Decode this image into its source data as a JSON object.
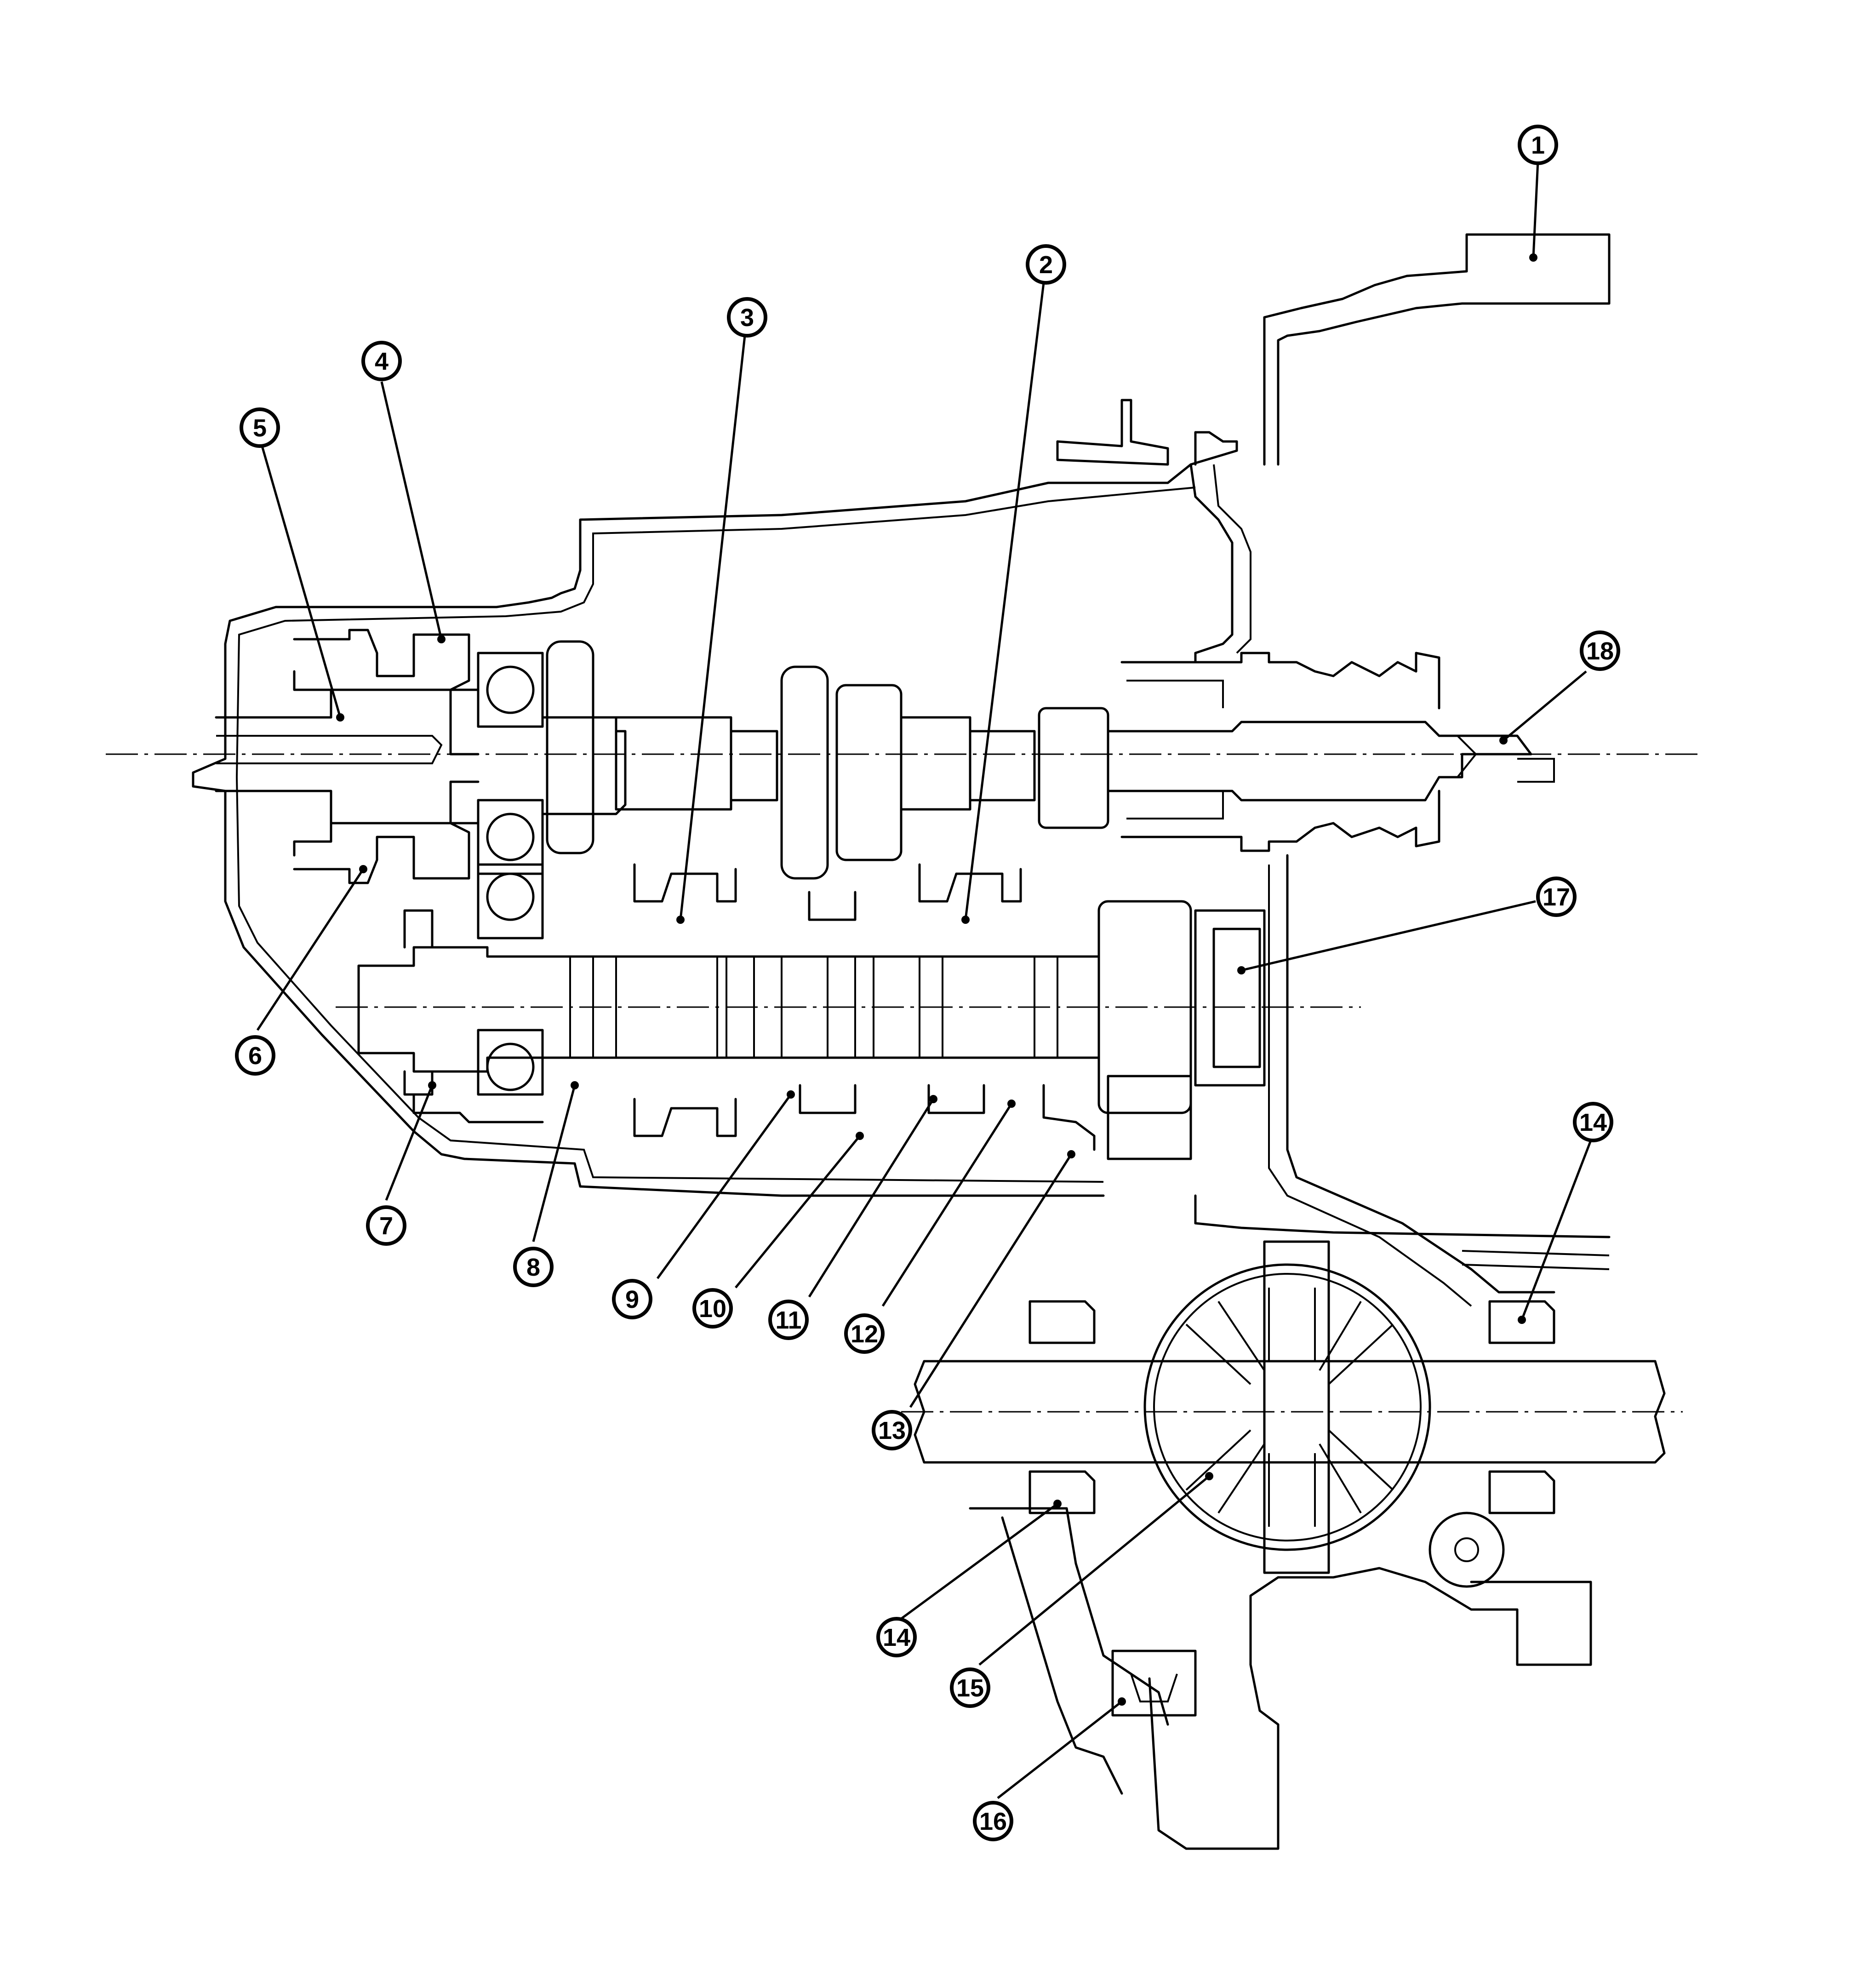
{
  "callouts": [
    {
      "id": "1",
      "text": "1"
    },
    {
      "id": "2",
      "text": "2"
    },
    {
      "id": "3",
      "text": "3"
    },
    {
      "id": "4",
      "text": "4"
    },
    {
      "id": "5",
      "text": "5"
    },
    {
      "id": "6",
      "text": "6"
    },
    {
      "id": "7",
      "text": "7"
    },
    {
      "id": "8",
      "text": "8"
    },
    {
      "id": "9",
      "text": "9"
    },
    {
      "id": "10",
      "text": "10"
    },
    {
      "id": "11",
      "text": "11"
    },
    {
      "id": "12",
      "text": "12"
    },
    {
      "id": "13",
      "text": "13"
    },
    {
      "id": "14",
      "text": "14"
    },
    {
      "id": "14b",
      "text": "14"
    },
    {
      "id": "15",
      "text": "15"
    },
    {
      "id": "16",
      "text": "16"
    },
    {
      "id": "17",
      "text": "17"
    },
    {
      "id": "18",
      "text": "18"
    }
  ]
}
